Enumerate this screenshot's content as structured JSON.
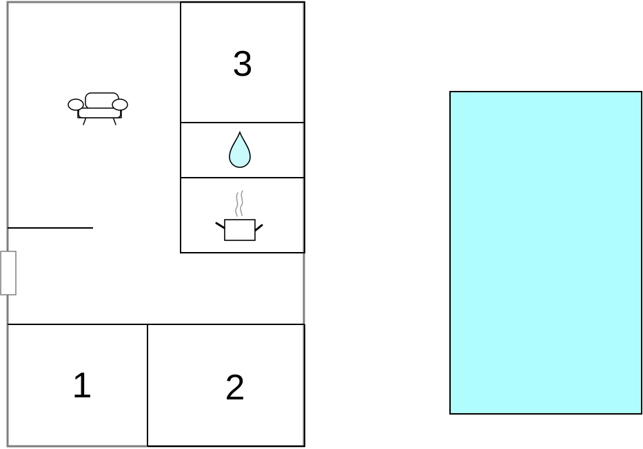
{
  "floor_plan": {
    "rooms": [
      {
        "id": "bedroom-1",
        "label": "1"
      },
      {
        "id": "bedroom-2",
        "label": "2"
      },
      {
        "id": "bedroom-3",
        "label": "3"
      }
    ],
    "icons": {
      "living": "sofa-icon",
      "bathroom": "water-drop-icon",
      "kitchen": "cooking-pot-icon"
    },
    "colors": {
      "wall": "#000000",
      "outer_wall": "#7f7f7f",
      "pool": "#b0fdfd",
      "water_drop": "#c9fbfd",
      "steam": "#999999"
    }
  }
}
